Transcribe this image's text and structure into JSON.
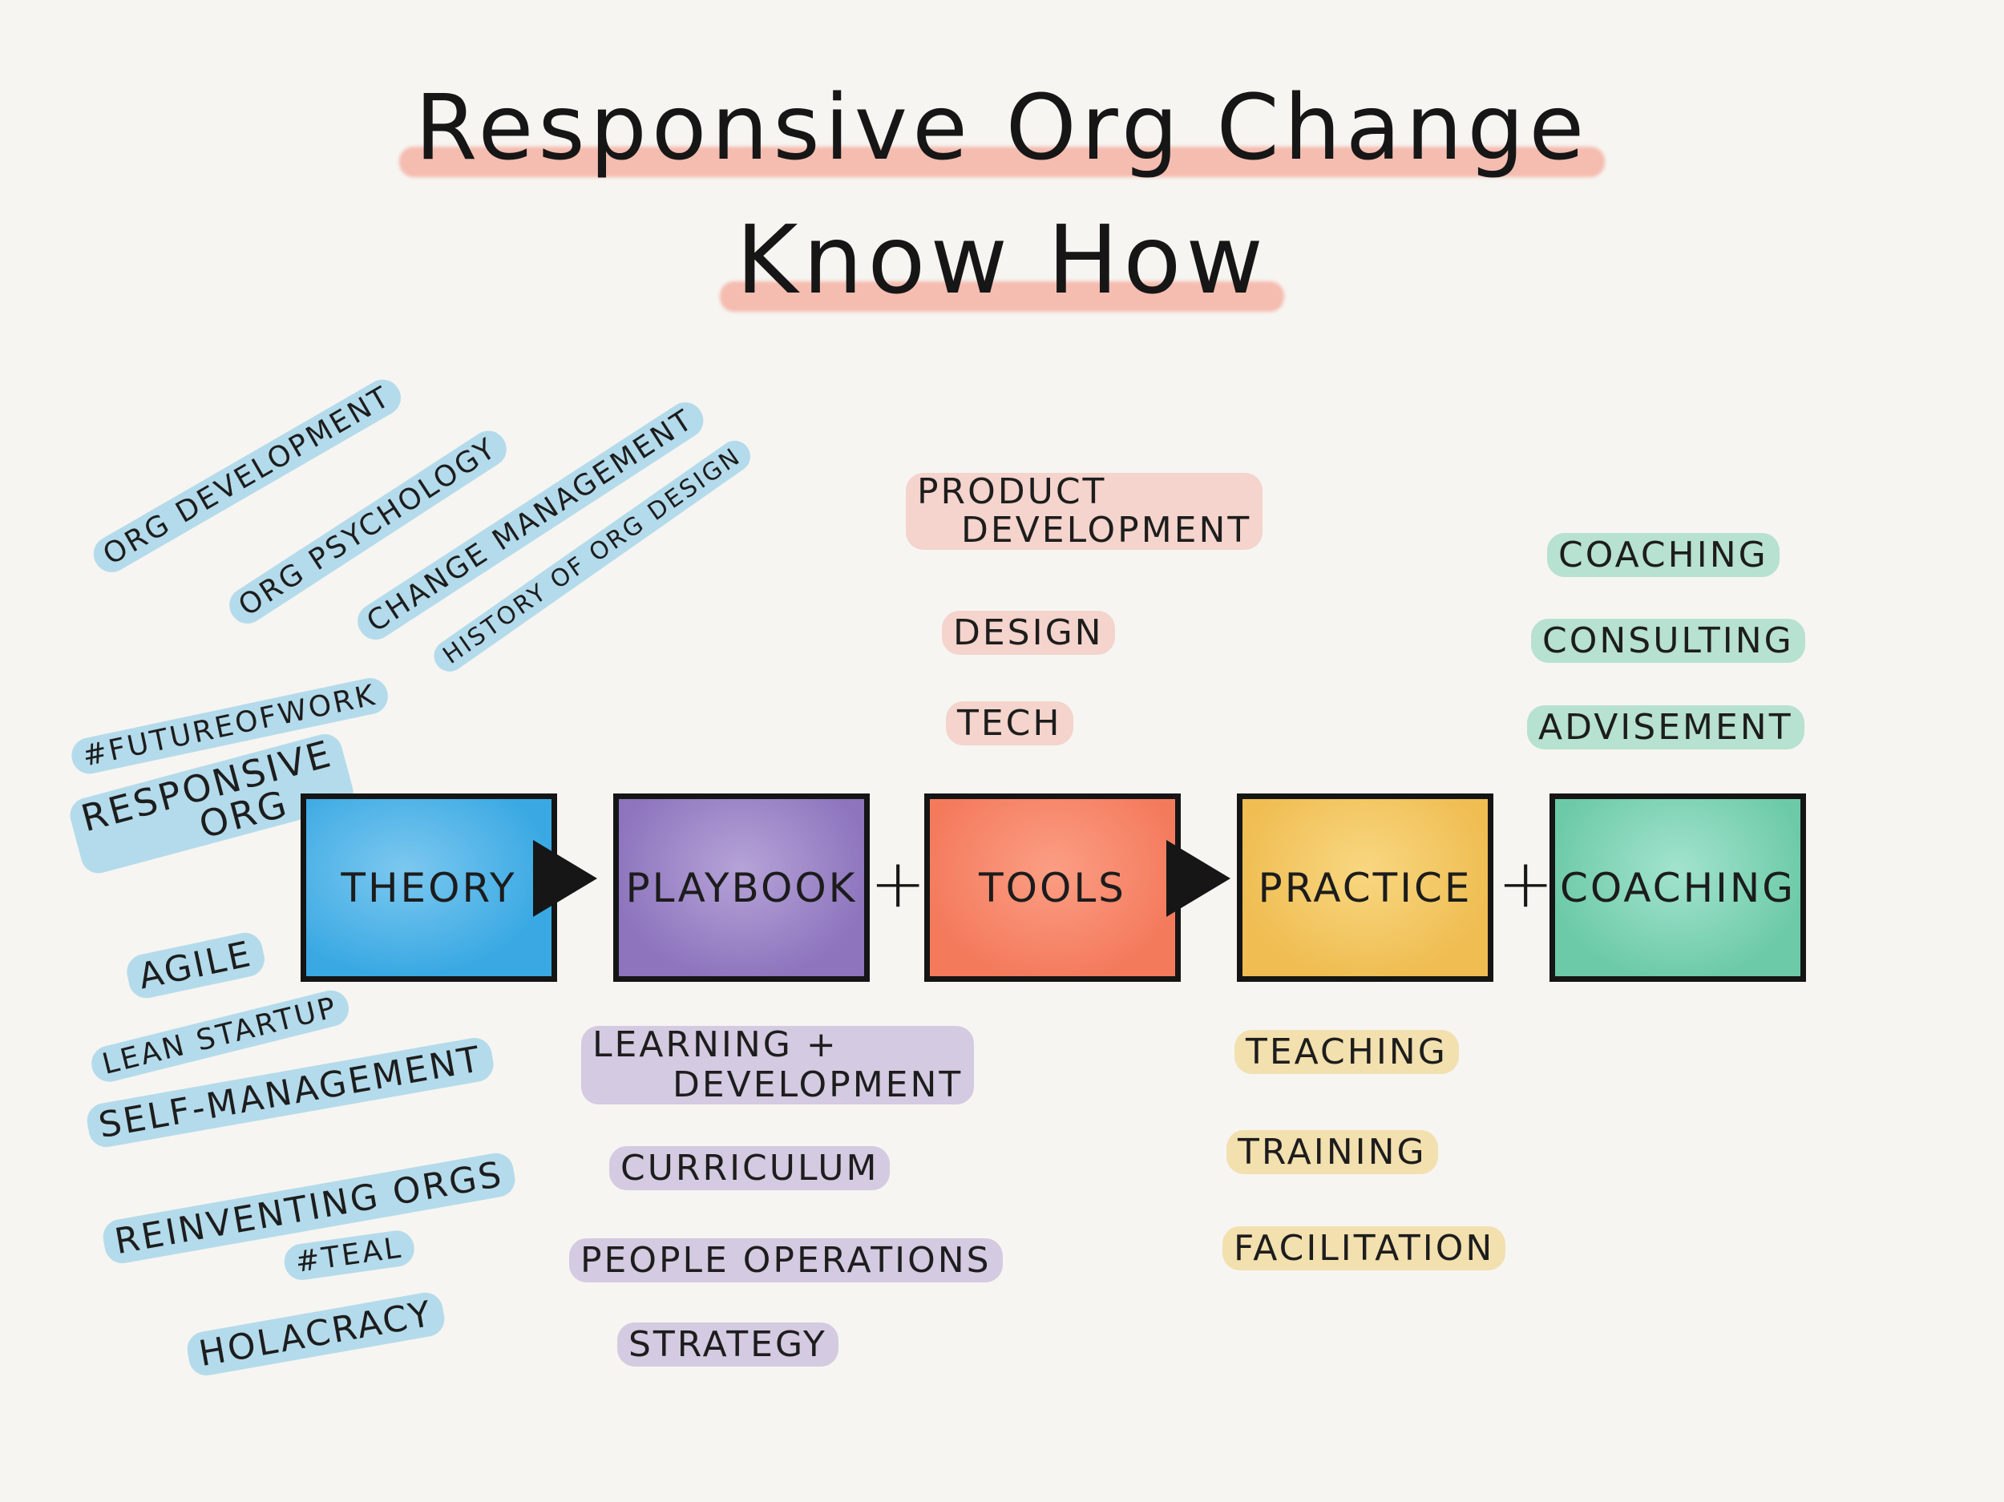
{
  "title": {
    "line1": "Responsive Org Change",
    "line2": "Know How"
  },
  "boxes": {
    "theory": "Theory",
    "playbook": "Playbook",
    "tools": "Tools",
    "practice": "Practice",
    "coaching": "Coaching"
  },
  "connectors": {
    "plus": "+"
  },
  "theory_tags": {
    "org_development": "Org Development",
    "org_psychology": "Org Psychology",
    "change_management": "Change Management",
    "history_org_design": "History of Org Design",
    "future_of_work": "#FutureofWork",
    "responsive_org_1": "Responsive",
    "responsive_org_2": "Org",
    "agile": "Agile",
    "lean_startup": "Lean Startup",
    "self_management": "Self-Management",
    "reinventing_orgs": "Reinventing Orgs",
    "teal": "#Teal",
    "holacracy": "Holacracy"
  },
  "playbook_tags": {
    "learning_1": "Learning +",
    "learning_2": "Development",
    "curriculum": "Curriculum",
    "people_operations": "People Operations",
    "strategy": "Strategy"
  },
  "tools_tags": {
    "product_1": "Product",
    "product_2": "Development",
    "design": "Design",
    "tech": "Tech"
  },
  "practice_tags": {
    "teaching": "Teaching",
    "training": "Training",
    "facilitation": "Facilitation"
  },
  "coaching_tags": {
    "coaching": "Coaching",
    "consulting": "Consulting",
    "advisement": "Advisement"
  },
  "colors": {
    "theory": "#3aa9e3",
    "playbook": "#8d74bd",
    "tools": "#f47a5c",
    "practice": "#efbd51",
    "coaching": "#6ccaa8",
    "title_highlight": "#f48c7a"
  }
}
